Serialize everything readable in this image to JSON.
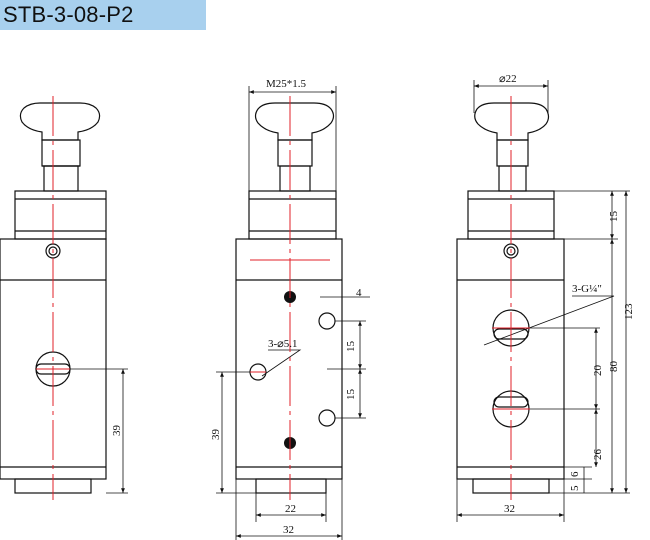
{
  "title": "STB-3-08-P2",
  "dimensions": {
    "thread": "M25*1.5",
    "port_holes": "3-⌀5.1",
    "port_spacing_4": "4",
    "port_spacing_15a": "15",
    "port_spacing_15b": "15",
    "base_width_22": "22",
    "body_width_32_side": "32",
    "height_39_front": "39",
    "height_39_side": "39",
    "knob_diameter": "⌀22",
    "port_thread": "3-G¼\"",
    "height_15_top": "15",
    "height_123": "123",
    "height_80": "80",
    "height_20": "20",
    "height_26": "26",
    "height_6": "6",
    "height_5": "5",
    "body_width_32_right": "32"
  },
  "colors": {
    "line": "#111111",
    "centerline": "#e0202a",
    "title_band": "#a8d0ee"
  }
}
